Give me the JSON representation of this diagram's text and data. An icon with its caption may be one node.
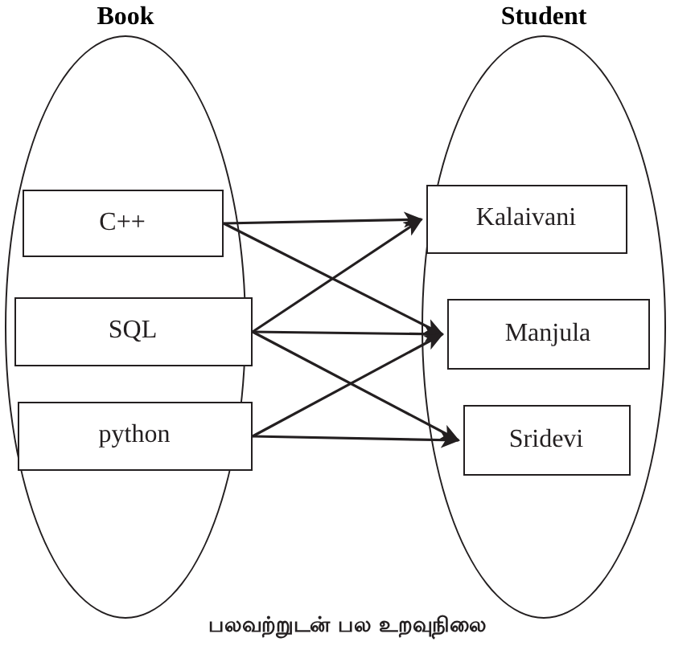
{
  "diagram": {
    "caption": "பலவற்றுடன் பல உறவுநிலை",
    "nodes": [
      {
        "text": [
          "Book"
        ]
      },
      {
        "text": [
          "C++"
        ],
        "in": 0
      },
      {
        "text": [
          "SQL"
        ],
        "in": 0
      },
      {
        "text": [
          "python"
        ],
        "in": 0
      },
      {
        "text": [
          "Student"
        ]
      },
      {
        "text": [
          "Kalaivani"
        ],
        "in": 4
      },
      {
        "text": [
          "Manjula"
        ],
        "in": 4
      },
      {
        "text": [
          "Sridevi"
        ],
        "in": 4
      }
    ],
    "edges": [
      {
        "from": 1,
        "to": 5,
        "arrow": "to"
      },
      {
        "from": 1,
        "to": 6,
        "arrow": "to"
      },
      {
        "from": 2,
        "to": 5,
        "arrow": "to"
      },
      {
        "from": 2,
        "to": 6,
        "arrow": "to"
      },
      {
        "from": 2,
        "to": 7,
        "arrow": "to"
      },
      {
        "from": 3,
        "to": 6,
        "arrow": "to"
      },
      {
        "from": 3,
        "to": 7,
        "arrow": "to"
      }
    ]
  }
}
